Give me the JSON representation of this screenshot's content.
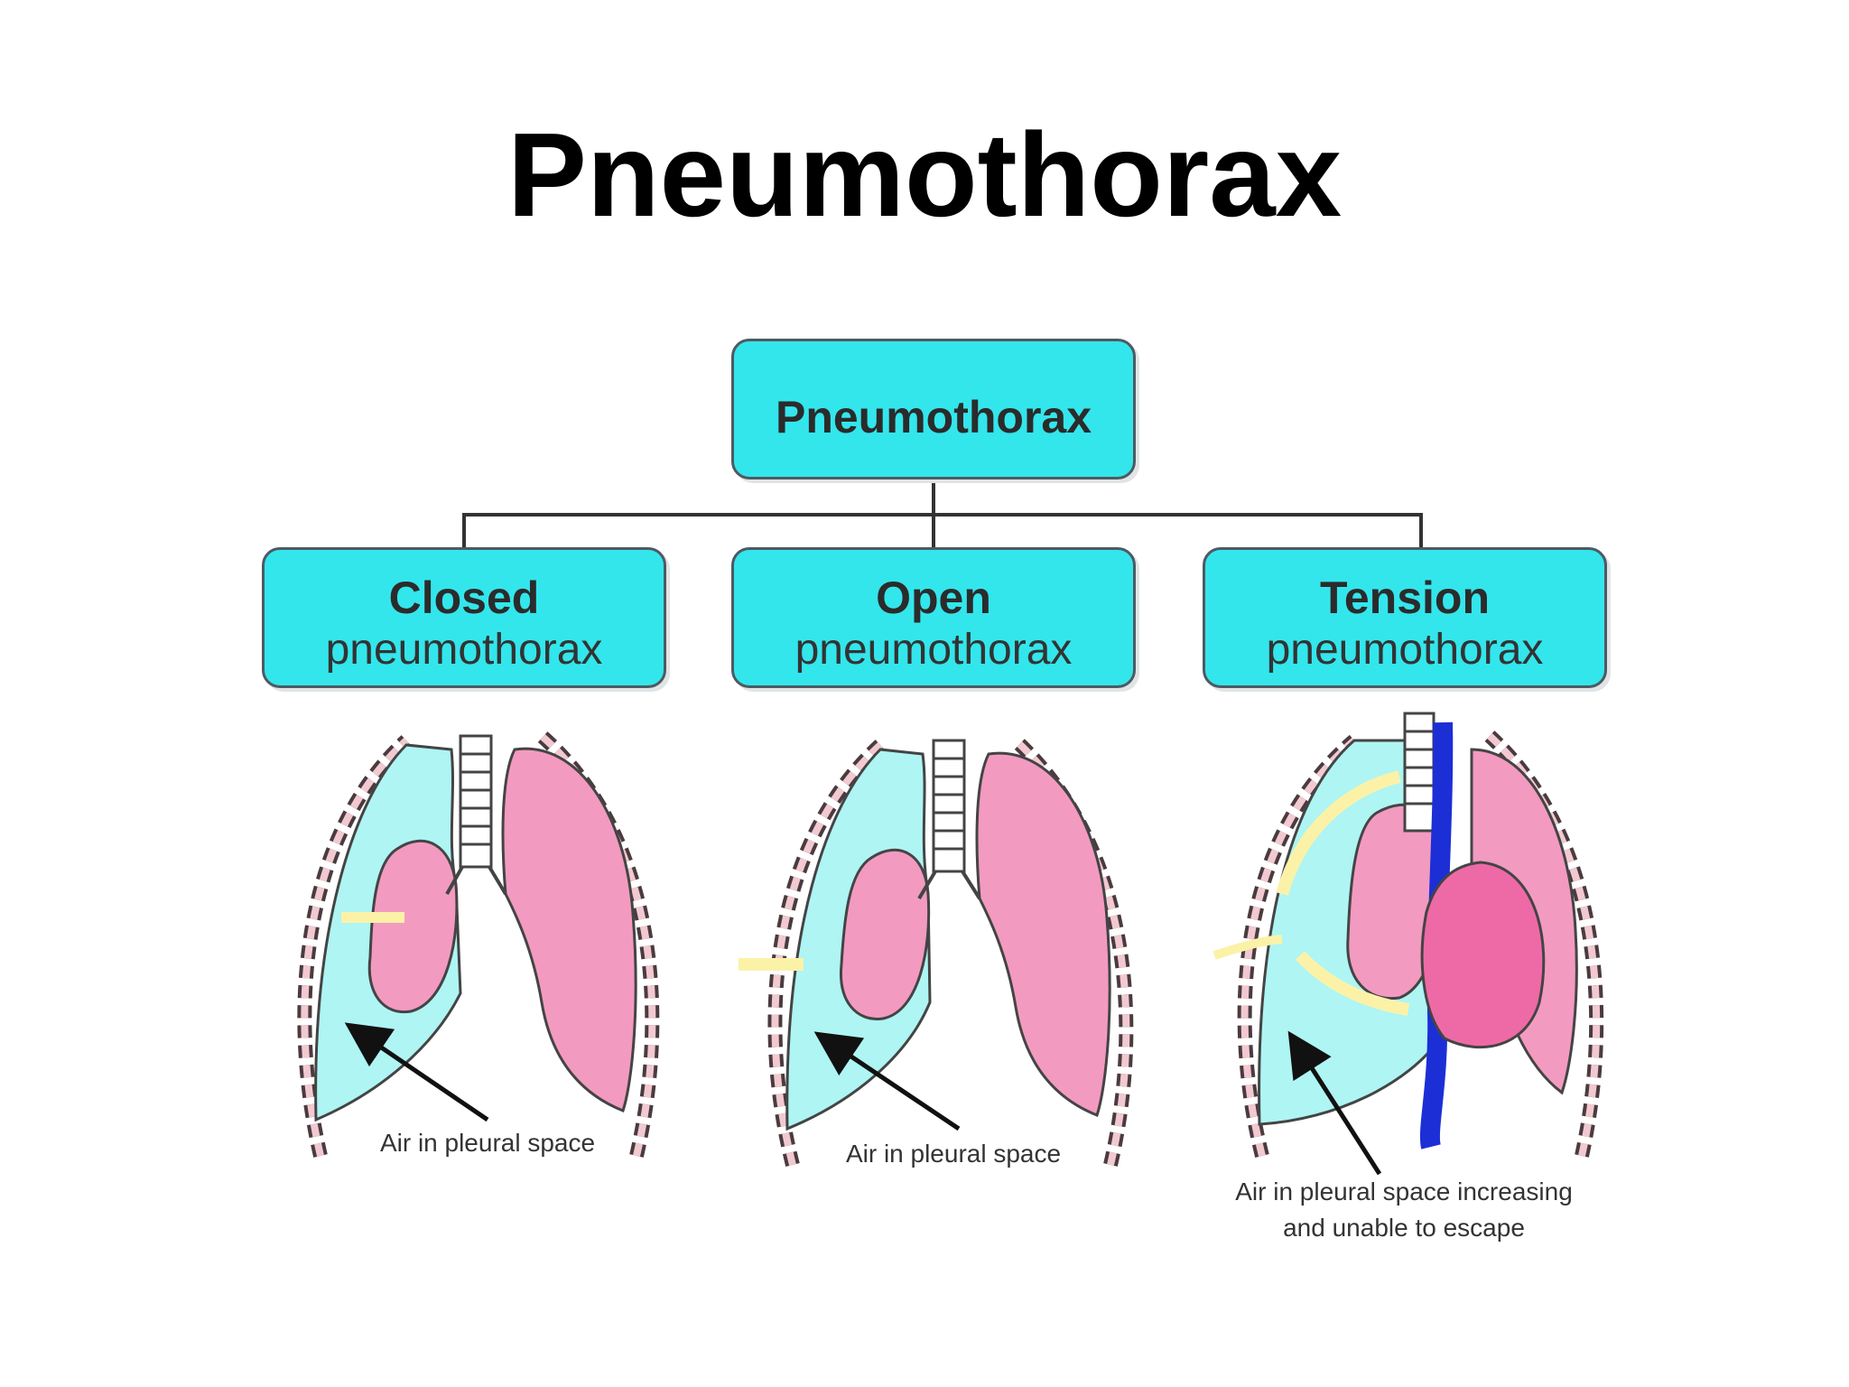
{
  "title": "Pneumothorax",
  "root": {
    "label": "Pneumothorax"
  },
  "types": [
    {
      "name": "Closed",
      "sub": "pneumothorax",
      "caption": "Air in pleural space"
    },
    {
      "name": "Open",
      "sub": "pneumothorax",
      "caption": "Air in pleural space"
    },
    {
      "name": "Tension",
      "sub": "pneumothorax",
      "caption_line1": "Air in pleural space increasing",
      "caption_line2": "and unable to escape"
    }
  ],
  "colors": {
    "box_fill": "#33e6ec",
    "pleural_air": "#aef5f4",
    "lung": "#f39ac0",
    "heart": "#ee6aa7",
    "vein": "#1c2fd6",
    "air_arrow": "#fbf2a8"
  }
}
